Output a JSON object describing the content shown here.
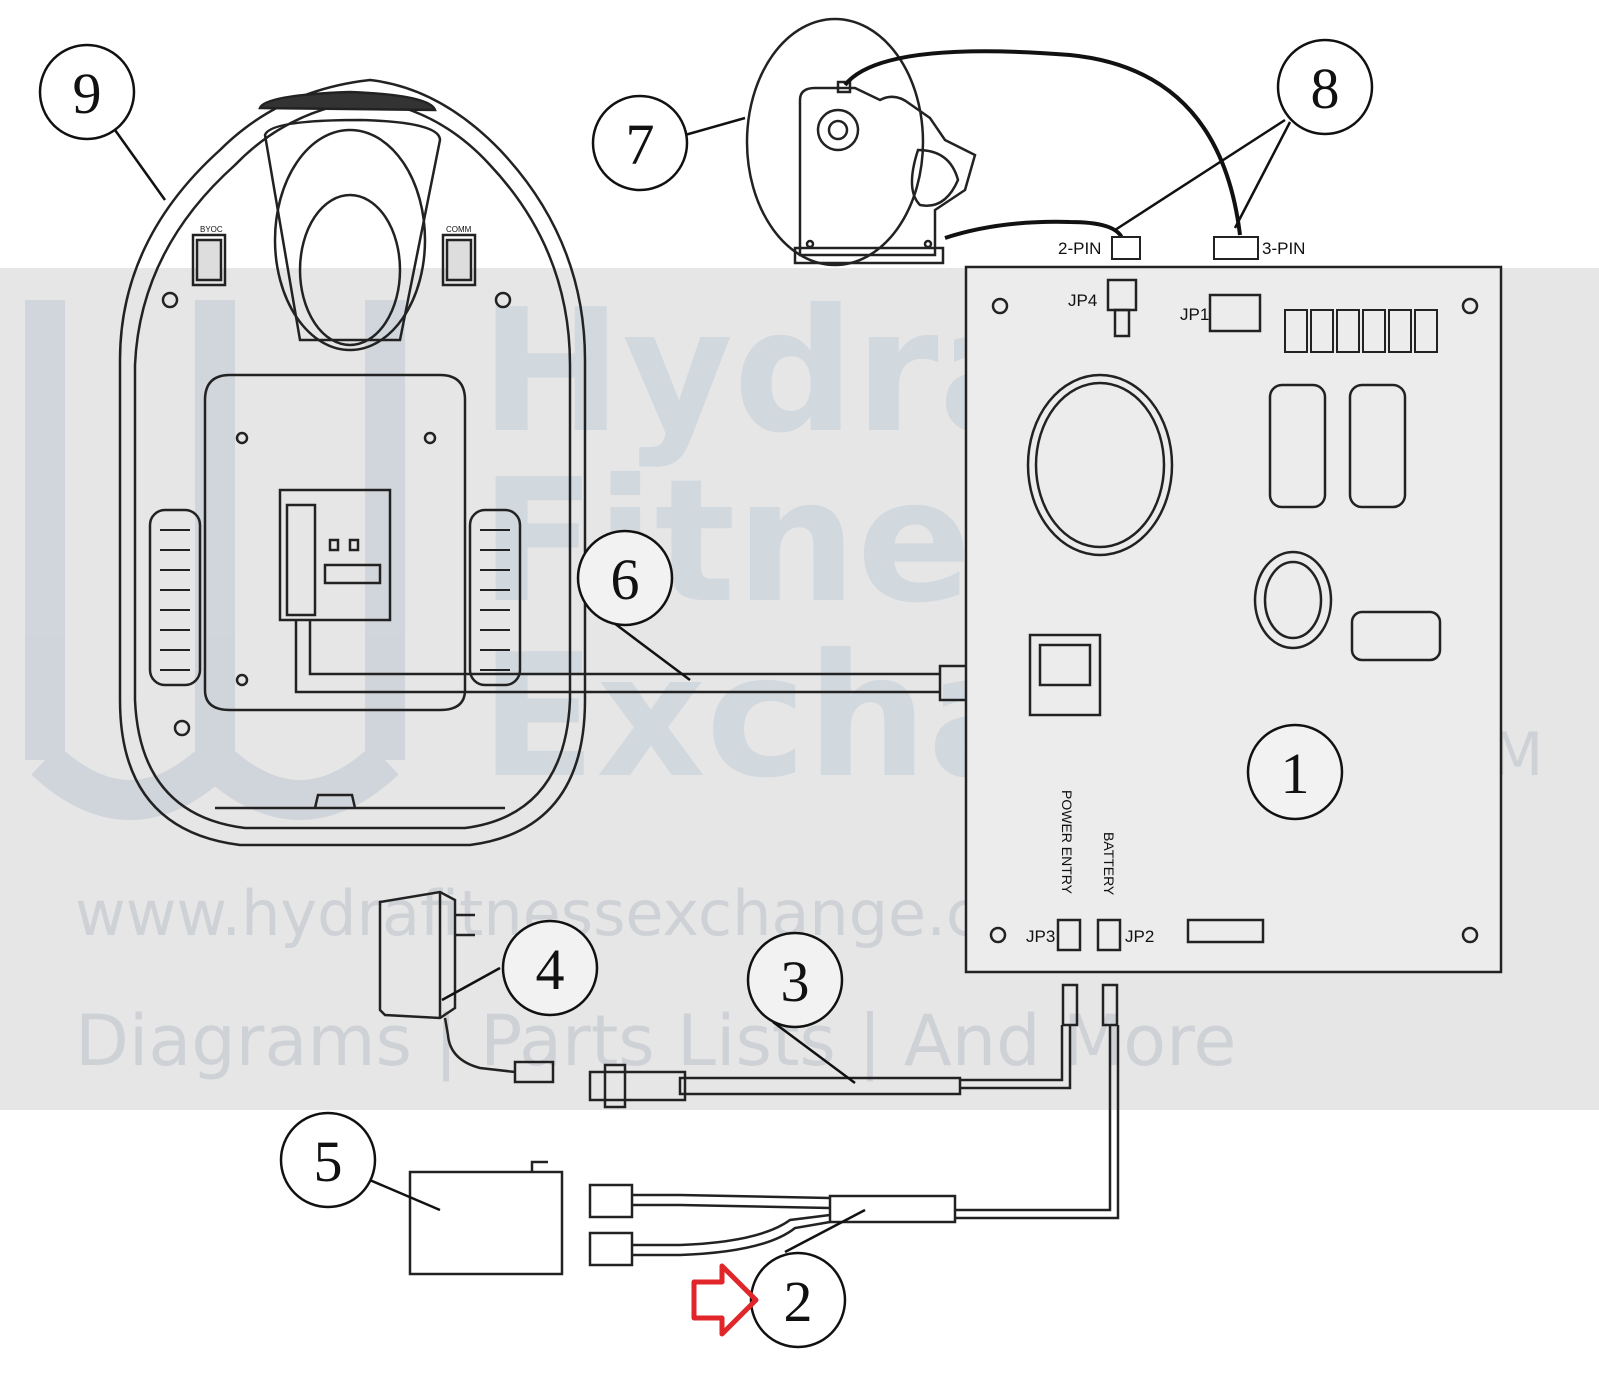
{
  "diagram": {
    "callouts": [
      "1",
      "2",
      "3",
      "4",
      "5",
      "6",
      "7",
      "8",
      "9"
    ],
    "connector_labels": {
      "two_pin": "2-PIN",
      "three_pin": "3-PIN",
      "jp1": "JP1",
      "jp2": "JP2",
      "jp3": "JP3",
      "jp4": "JP4",
      "power_entry": "POWER ENTRY",
      "battery": "BATTERY",
      "console_left_port": "BYOC",
      "console_right_port": "COMM"
    },
    "highlight_arrow_color": "#e0262a"
  },
  "watermark": {
    "line1": "Hydra",
    "line2": "Fitness",
    "line3": "Exchange",
    "tm": "TM",
    "url": "www.hydrafitnessexchange.com",
    "tagline": "Diagrams | Parts Lists | And More"
  }
}
